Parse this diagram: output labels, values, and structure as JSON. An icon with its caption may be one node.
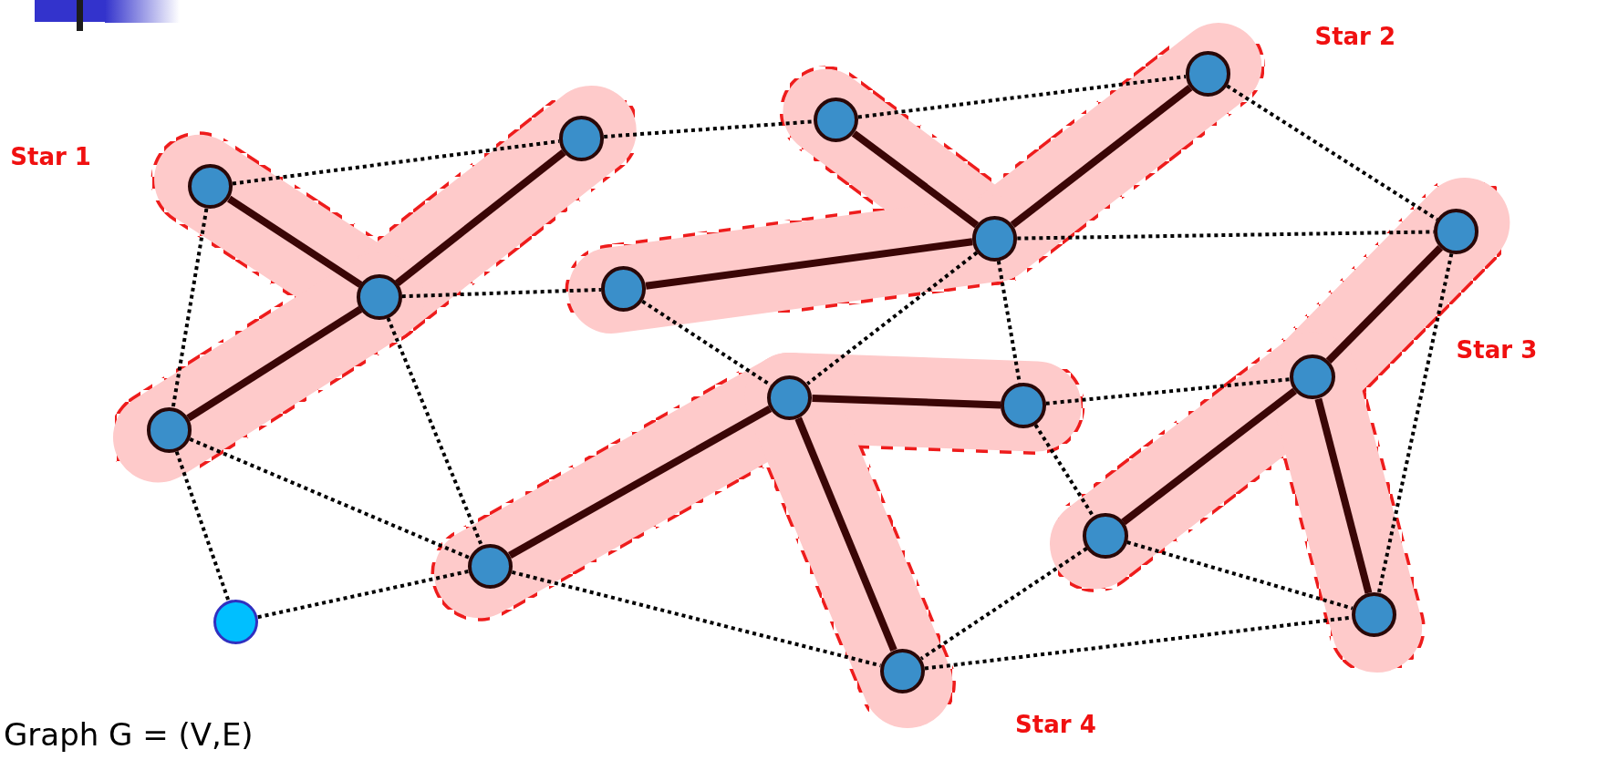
{
  "diagram": {
    "nodes": [
      {
        "text": [
          "Star 1"
        ]
      },
      {
        "text": [],
        "shape": "circle",
        "in": 0
      },
      {
        "text": [],
        "shape": "circle",
        "in": 0
      },
      {
        "text": [],
        "shape": "circle",
        "in": 0
      },
      {
        "text": [],
        "shape": "circle",
        "in": 0
      },
      {
        "text": [
          "Star 2"
        ]
      },
      {
        "text": [],
        "shape": "circle",
        "in": 5
      },
      {
        "text": [],
        "shape": "circle",
        "in": 5
      },
      {
        "text": [],
        "shape": "circle",
        "in": 5
      },
      {
        "text": [],
        "shape": "circle",
        "in": 5
      },
      {
        "text": [
          "Star 3"
        ]
      },
      {
        "text": [],
        "shape": "circle",
        "in": 10
      },
      {
        "text": [],
        "shape": "circle",
        "in": 10
      },
      {
        "text": [],
        "shape": "circle",
        "in": 10
      },
      {
        "text": [],
        "shape": "circle",
        "in": 10
      },
      {
        "text": [
          "Star 4"
        ]
      },
      {
        "text": [],
        "shape": "circle",
        "in": 15
      },
      {
        "text": [],
        "shape": "circle",
        "in": 15
      },
      {
        "text": [],
        "shape": "circle",
        "in": 15
      },
      {
        "text": [],
        "shape": "circle",
        "in": 15
      },
      {
        "text": [],
        "shape": "circle"
      }
    ],
    "edges": [
      {
        "from": 1,
        "to": 3,
        "arrow": "none",
        "style": "thick"
      },
      {
        "from": 2,
        "to": 3,
        "arrow": "none",
        "style": "thick"
      },
      {
        "from": 3,
        "to": 4,
        "arrow": "none",
        "style": "thick"
      },
      {
        "from": 6,
        "to": 8,
        "arrow": "none",
        "style": "thick"
      },
      {
        "from": 7,
        "to": 8,
        "arrow": "none",
        "style": "thick"
      },
      {
        "from": 8,
        "to": 9,
        "arrow": "none",
        "style": "thick"
      },
      {
        "from": 11,
        "to": 12,
        "arrow": "none",
        "style": "thick"
      },
      {
        "from": 12,
        "to": 13,
        "arrow": "none",
        "style": "thick"
      },
      {
        "from": 12,
        "to": 14,
        "arrow": "none",
        "style": "thick"
      },
      {
        "from": 16,
        "to": 17,
        "arrow": "none",
        "style": "thick"
      },
      {
        "from": 16,
        "to": 18,
        "arrow": "none",
        "style": "thick"
      },
      {
        "from": 16,
        "to": 19,
        "arrow": "none",
        "style": "thick"
      },
      {
        "from": 1,
        "to": 2,
        "arrow": "none",
        "style": "dashed"
      },
      {
        "from": 1,
        "to": 4,
        "arrow": "none",
        "style": "dashed"
      },
      {
        "from": 2,
        "to": 6,
        "arrow": "none",
        "style": "dashed"
      },
      {
        "from": 6,
        "to": 7,
        "arrow": "none",
        "style": "dashed"
      },
      {
        "from": 7,
        "to": 11,
        "arrow": "none",
        "style": "dashed"
      },
      {
        "from": 3,
        "to": 9,
        "arrow": "none",
        "style": "dashed"
      },
      {
        "from": 3,
        "to": 18,
        "arrow": "none",
        "style": "dashed"
      },
      {
        "from": 4,
        "to": 20,
        "arrow": "none",
        "style": "dashed"
      },
      {
        "from": 4,
        "to": 18,
        "arrow": "none",
        "style": "dashed"
      },
      {
        "from": 8,
        "to": 11,
        "arrow": "none",
        "style": "dashed"
      },
      {
        "from": 8,
        "to": 16,
        "arrow": "none",
        "style": "dashed"
      },
      {
        "from": 8,
        "to": 17,
        "arrow": "none",
        "style": "dashed"
      },
      {
        "from": 9,
        "to": 16,
        "arrow": "none",
        "style": "dashed"
      },
      {
        "from": 17,
        "to": 12,
        "arrow": "none",
        "style": "dashed"
      },
      {
        "from": 17,
        "to": 13,
        "arrow": "none",
        "style": "dashed"
      },
      {
        "from": 13,
        "to": 19,
        "arrow": "none",
        "style": "dashed"
      },
      {
        "from": 13,
        "to": 14,
        "arrow": "none",
        "style": "dashed"
      },
      {
        "from": 11,
        "to": 14,
        "arrow": "none",
        "style": "dashed"
      },
      {
        "from": 18,
        "to": 19,
        "arrow": "none",
        "style": "dashed"
      },
      {
        "from": 20,
        "to": 18,
        "arrow": "none",
        "style": "dashed"
      },
      {
        "from": 19,
        "to": 14,
        "arrow": "none",
        "style": "dashed"
      }
    ],
    "labels": [
      "Graph G = (V,E)"
    ]
  }
}
